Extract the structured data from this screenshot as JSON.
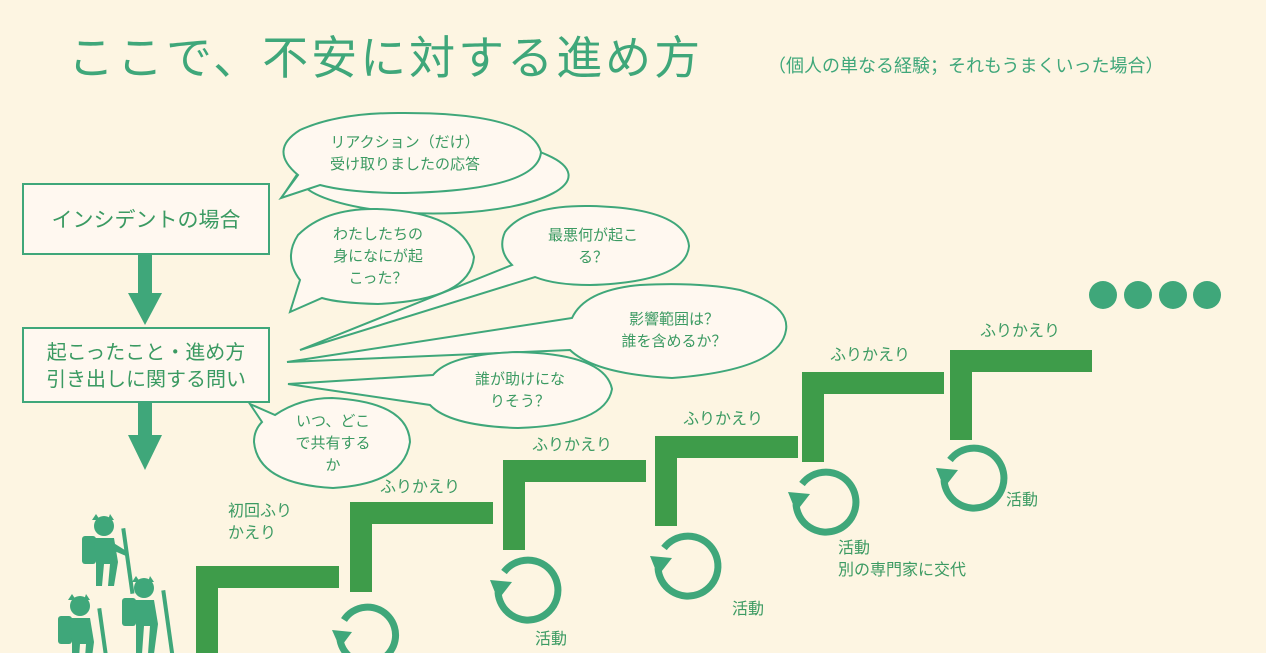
{
  "title": "ここで、不安に対する進め方",
  "subtitle": "（個人の単なる経験；それもうまくいった場合）",
  "boxes": {
    "incident": "インシデントの場合",
    "questions": "起こったこと・進め方\n引き出しに関する問い"
  },
  "bubbles": [
    "リアクション（だけ）\n受け取りましたの応答",
    "わたしたちの\n身になにが起\nこった？",
    "最悪何が起こ\nる？",
    "影響範囲は？\n誰を含めるか？",
    "誰が助けにな\nりそう？",
    "いつ、どこ\nで共有する\nか"
  ],
  "steps": {
    "first_review": "初回ふり\nかえり",
    "review": "ふりかえり",
    "activity": "活動",
    "handoff_activity": "活動\n別の専門家に交代"
  },
  "colors": {
    "primary": "#3fa77a",
    "stair": "#3e9c4a",
    "background": "#fdf5e2",
    "box_fill": "#fff8f0"
  },
  "icons": {
    "hikers": "hiker-icon",
    "more": "ellipsis-dots-icon"
  }
}
